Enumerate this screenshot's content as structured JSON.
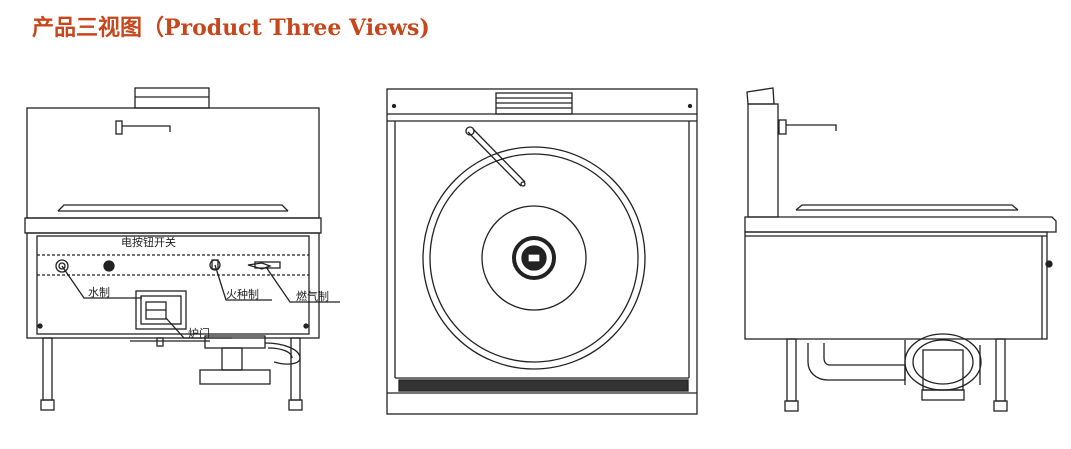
{
  "header": {
    "title": "产品三视图（Product Three Views)"
  },
  "front_view": {
    "labels": {
      "switch": "电按钮开关",
      "water": "水制",
      "pilot": "火种制",
      "gas": "燃气制",
      "door": "炉门"
    }
  },
  "colors": {
    "title": "#c8461c",
    "line": "#222222"
  }
}
